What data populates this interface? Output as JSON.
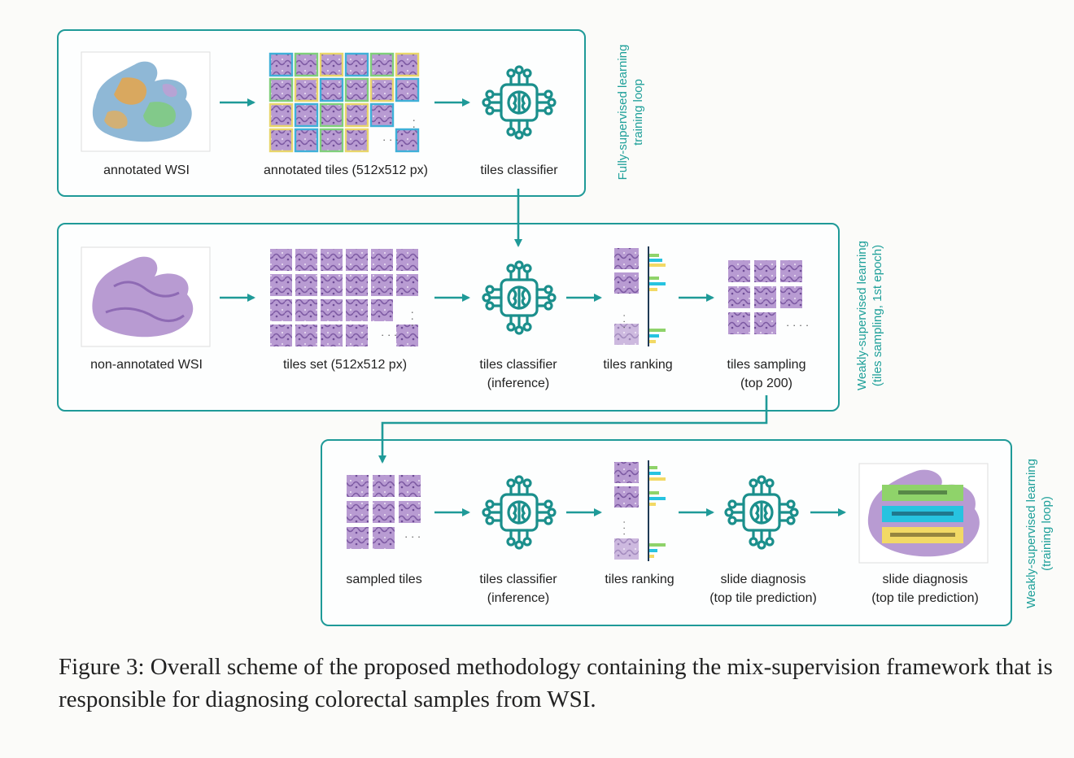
{
  "panel1": {
    "side_label": [
      "Fully-supervised learning",
      "training loop"
    ],
    "steps": [
      "annotated WSI",
      "annotated tiles (512x512 px)",
      "tiles classifier"
    ]
  },
  "panel2": {
    "side_label": [
      "Weakly-supervised learning",
      "(tiles sampling, 1st epoch)"
    ],
    "steps": [
      "non-annotated WSI",
      "tiles set (512x512 px)",
      "tiles classifier",
      "(inference)",
      "tiles ranking",
      "tiles sampling",
      "(top 200)"
    ]
  },
  "panel3": {
    "side_label": [
      "Weakly-supervised learning",
      "(training loop)"
    ],
    "steps": [
      "sampled tiles",
      "tiles classifier",
      "(inference)",
      "tiles ranking",
      "slide diagnosis",
      "(top tile prediction)",
      "slide diagnosis",
      "(top tile prediction)"
    ]
  },
  "ellipsis": "...",
  "colors": {
    "accent": "#1f9a98",
    "tissue": "#a98bc6",
    "tile_border_blue": "#3fb0d8",
    "tile_border_yellow": "#e8d66a",
    "tile_border_green": "#7fcf7a",
    "bar_green": "#8fd36a",
    "bar_cyan": "#27c3e0",
    "bar_yellow": "#f2d965"
  },
  "caption": "Figure 3: Overall scheme of the proposed methodology containing the mix-supervision framework that is responsible for diagnosing colorectal samples from WSI."
}
